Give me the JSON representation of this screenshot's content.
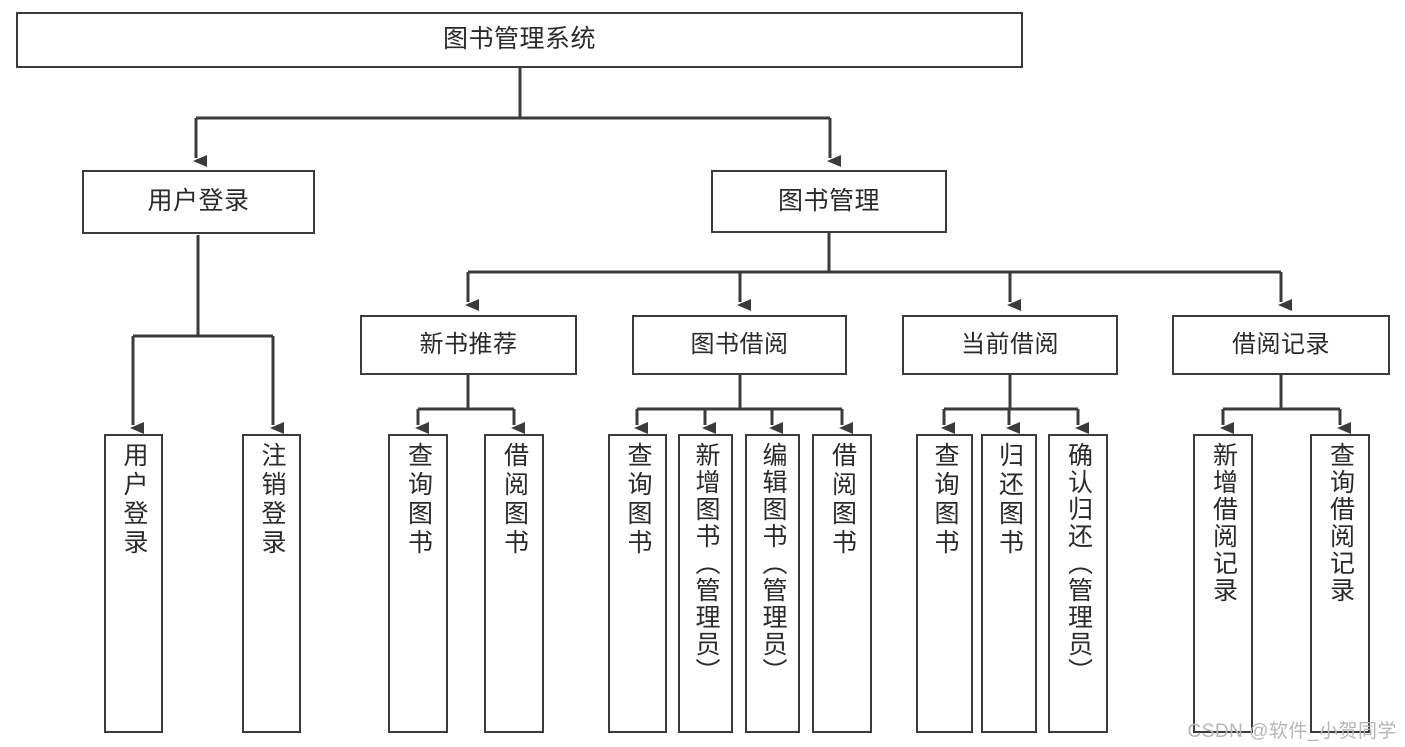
{
  "diagram": {
    "type": "tree",
    "title": "图书管理系统",
    "root": {
      "label": "图书管理系统"
    },
    "level2": [
      {
        "label": "用户登录"
      },
      {
        "label": "图书管理"
      }
    ],
    "level3": [
      {
        "label": "新书推荐"
      },
      {
        "label": "图书借阅"
      },
      {
        "label": "当前借阅"
      },
      {
        "label": "借阅记录"
      }
    ],
    "leaves": {
      "user_login": [
        {
          "label": "用户登录"
        },
        {
          "label": "注销登录"
        }
      ],
      "new_book_recommend": [
        {
          "label": "查询图书"
        },
        {
          "label": "借阅图书"
        }
      ],
      "book_borrow": [
        {
          "label": "查询图书"
        },
        {
          "label": "新增图书（管理员）"
        },
        {
          "label": "编辑图书（管理员）"
        },
        {
          "label": "借阅图书"
        }
      ],
      "current_borrow": [
        {
          "label": "查询图书"
        },
        {
          "label": "归还图书"
        },
        {
          "label": "确认归还（管理员）"
        }
      ],
      "borrow_record": [
        {
          "label": "新增借阅记录"
        },
        {
          "label": "查询借阅记录"
        }
      ]
    }
  },
  "watermark": {
    "text": "CSDN @软件_小贺同学"
  },
  "colors": {
    "stroke": "#3b3b3b",
    "background": "#ffffff",
    "text": "#2a2a2a",
    "watermark": "#b6b6b6"
  }
}
